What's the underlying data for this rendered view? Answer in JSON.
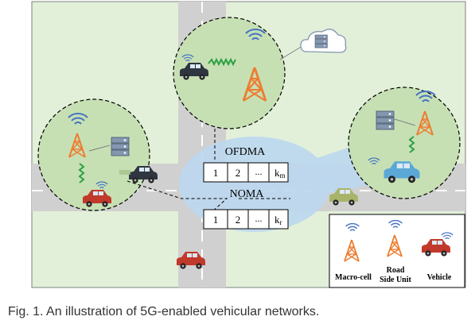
{
  "figure": {
    "caption": "Fig. 1. An illustration of 5G-enabled vehicular networks."
  },
  "ofdma": {
    "label": "OFDMA",
    "cells": [
      "1",
      "2",
      "...",
      "k"
    ],
    "last_sub": "m"
  },
  "noma": {
    "label": "NOMA",
    "cells": [
      "1",
      "2",
      "...",
      "k"
    ],
    "last_sub": "r"
  },
  "legend": {
    "macro_cell": "Macro-cell",
    "rsu_line1": "Road",
    "rsu_line2": "Side Unit",
    "vehicle": "Vehicle"
  },
  "colors": {
    "grass": "#e2f0d9",
    "road": "#d0d0d0",
    "cell": "#c6e0b4",
    "coverage": "#bdd7ee",
    "tower": "#ed7d31",
    "signal": "#4472c4",
    "link": "#2ea043"
  }
}
